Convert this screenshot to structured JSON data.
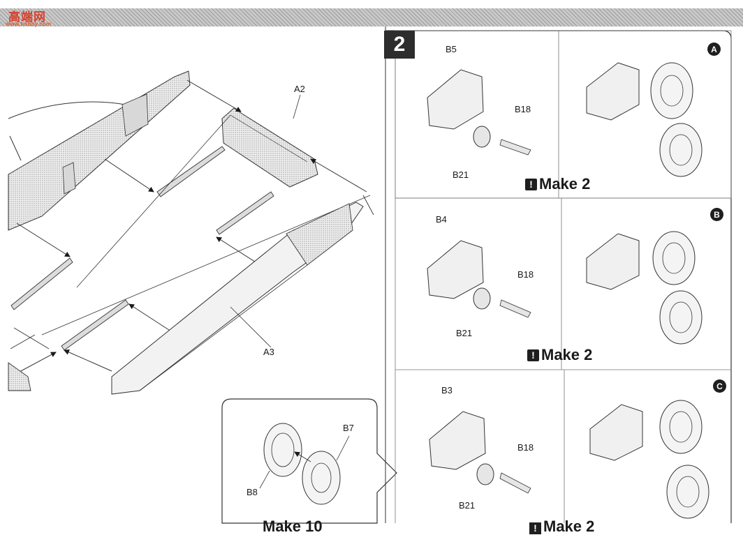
{
  "watermark": {
    "main": "高端网",
    "sub": "www.hobby.com"
  },
  "left_assembly": {
    "labels": {
      "a2": "A2",
      "a3": "A3"
    }
  },
  "inset": {
    "labels": {
      "b7": "B7",
      "b8": "B8"
    },
    "make_partial": "Make 10"
  },
  "step": {
    "number": "2",
    "panels": [
      {
        "variant": "A",
        "labels": [
          "B5",
          "B18",
          "B21"
        ],
        "make": "Make 2"
      },
      {
        "variant": "B",
        "labels": [
          "B4",
          "B18",
          "B21"
        ],
        "make": "Make 2"
      },
      {
        "variant": "C",
        "labels": [
          "B3",
          "B18",
          "B21"
        ],
        "make": "Make 2"
      }
    ],
    "warning_icon": "exclamation-icon"
  },
  "colors": {
    "ink": "#1a1a1a",
    "band": "#c9c9c9",
    "watermark": "#d6402b"
  }
}
